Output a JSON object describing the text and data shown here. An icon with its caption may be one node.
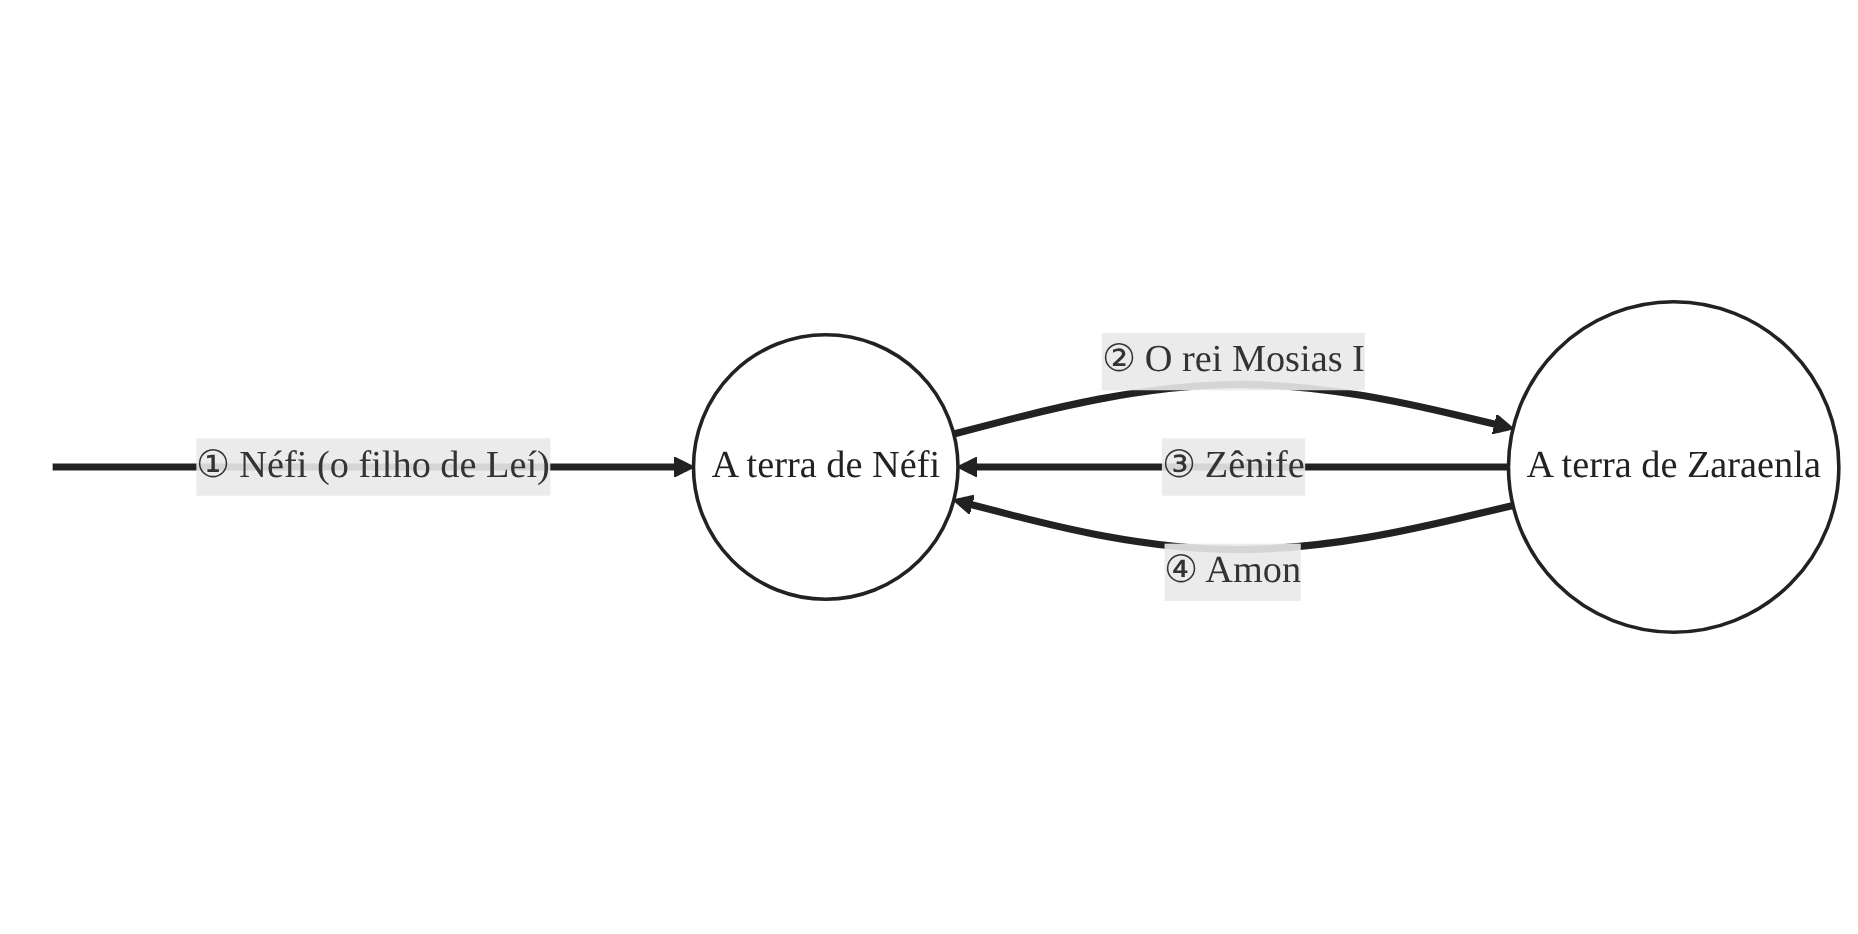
{
  "diagram": {
    "nodes": [
      {
        "text": [
          "A terra de Néfi"
        ]
      },
      {
        "text": [
          "A terra de Zaraenla"
        ]
      }
    ],
    "edges": [
      {
        "from": null,
        "to": 0,
        "arrow": "to",
        "label": "① Néfi (o filho de Leí)"
      },
      {
        "from": 0,
        "to": 1,
        "arrow": "to",
        "label": "② O rei Mosias I"
      },
      {
        "from": 1,
        "to": 0,
        "arrow": "to",
        "label": "③ Zênife"
      },
      {
        "from": 1,
        "to": 0,
        "arrow": "to",
        "label": "④ Amon"
      }
    ]
  }
}
